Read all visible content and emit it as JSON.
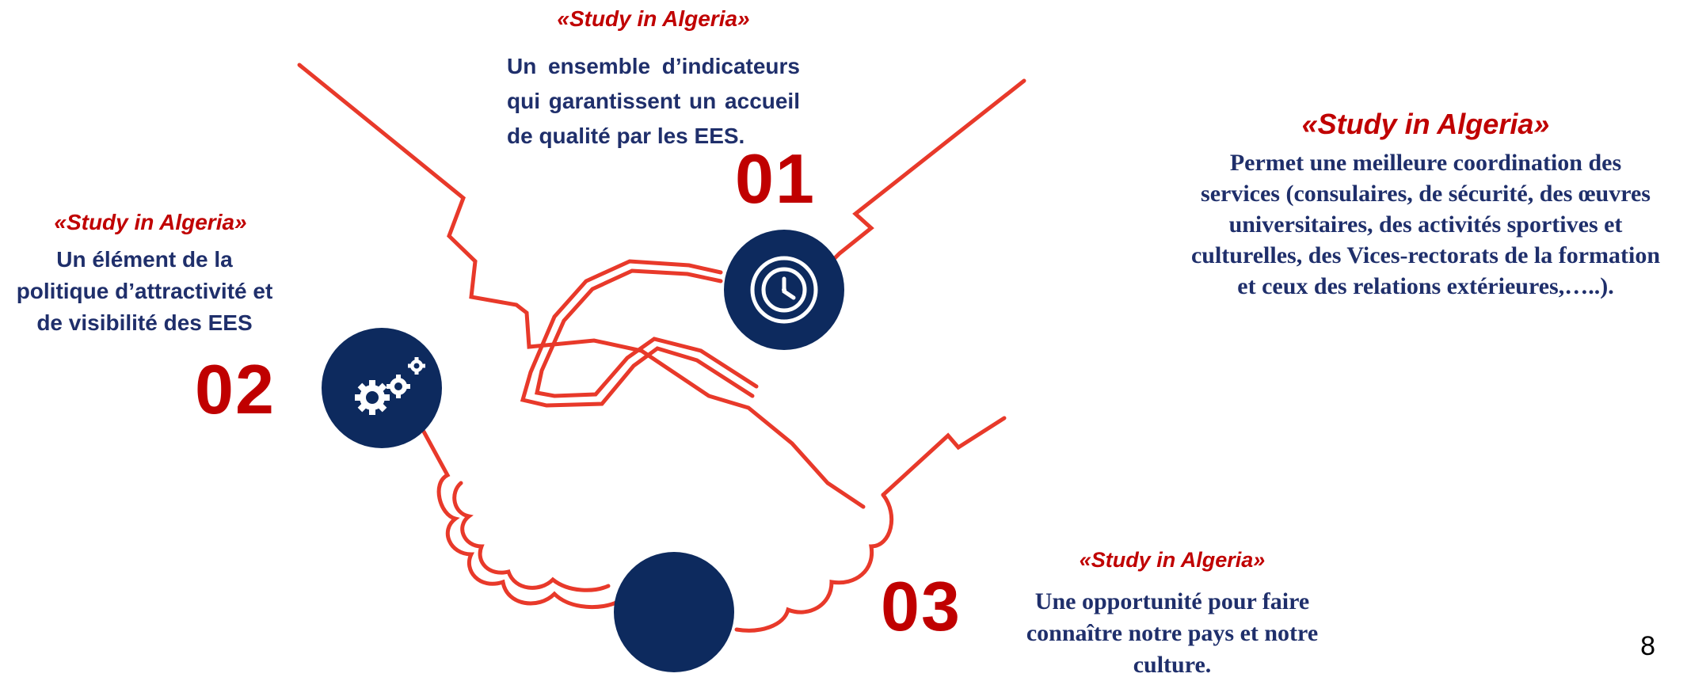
{
  "colors": {
    "accent_red": "#c00000",
    "line_red": "#e8392a",
    "navy": "#0d2a5e",
    "text_navy": "#1f2f6b"
  },
  "block1": {
    "title": "«Study in Algeria»",
    "lines": [
      "Un ensemble d’indicateurs",
      "qui garantissent un accueil",
      "de qualité par les EES."
    ],
    "number": "01",
    "icon": "clock-icon"
  },
  "block2": {
    "title": "«Study in Algeria»",
    "lines": [
      "Un élément de la",
      "politique d’attractivité et",
      "de visibilité des EES"
    ],
    "number": "02",
    "icon": "gears-icon"
  },
  "block3": {
    "title": "«Study in Algeria»",
    "lines": [
      "Une opportunité pour faire",
      "connaître notre pays et notre",
      "culture."
    ],
    "number": "03"
  },
  "block4": {
    "title": "«Study in Algeria»",
    "lines": [
      "Permet une meilleure coordination des",
      "services (consulaires, de sécurité, des œuvres",
      "universitaires, des activités sportives et",
      "culturelles, des Vices-rectorats de la formation",
      "et ceux des relations extérieures,…..)."
    ]
  },
  "page_number": "8"
}
